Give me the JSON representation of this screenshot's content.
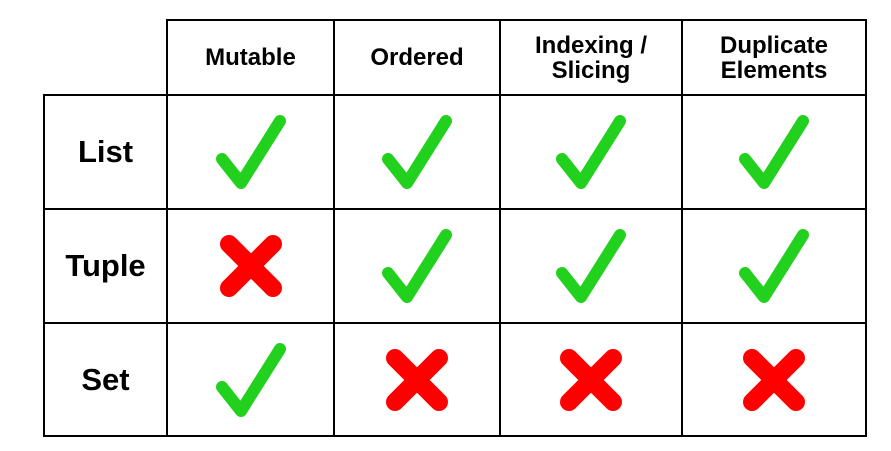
{
  "colors": {
    "check": "#22d01e",
    "cross": "#ff0000",
    "grid": "#000000"
  },
  "table": {
    "columns": [
      {
        "label": "Mutable"
      },
      {
        "label": "Ordered"
      },
      {
        "label": "Indexing / Slicing"
      },
      {
        "label": "Duplicate Elements"
      }
    ],
    "rows": [
      {
        "label": "List",
        "marks": [
          "check-icon",
          "check-icon",
          "check-icon",
          "check-icon"
        ]
      },
      {
        "label": "Tuple",
        "marks": [
          "cross-icon",
          "check-icon",
          "check-icon",
          "check-icon"
        ]
      },
      {
        "label": "Set",
        "marks": [
          "check-icon",
          "cross-icon",
          "cross-icon",
          "cross-icon"
        ]
      }
    ]
  }
}
